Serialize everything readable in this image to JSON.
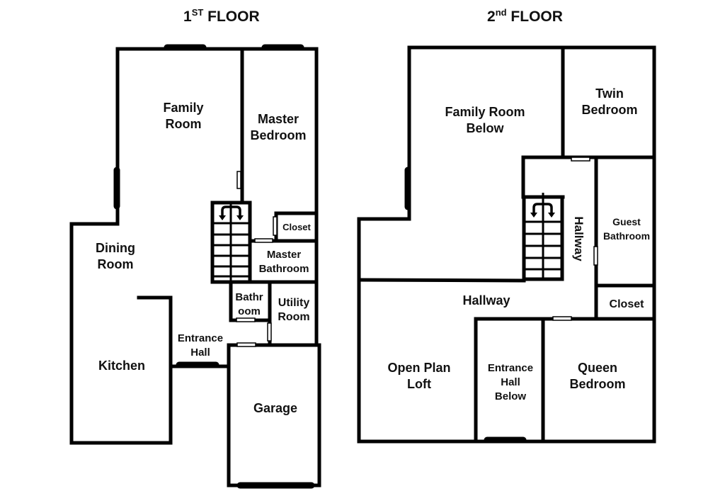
{
  "floor1": {
    "title_main": "1",
    "title_sup": "ST",
    "title_rest": " FLOOR",
    "rooms": {
      "family_room": [
        "Family",
        "Room"
      ],
      "master_bedroom": [
        "Master",
        "Bedroom"
      ],
      "closet": "Closet",
      "master_bathroom": [
        "Master",
        "Bathroom"
      ],
      "dining_room": [
        "Dining",
        "Room"
      ],
      "bathroom": [
        "Bathr",
        "oom"
      ],
      "utility_room": [
        "Utility",
        "Room"
      ],
      "entrance_hall": [
        "Entrance",
        "Hall"
      ],
      "kitchen": "Kitchen",
      "garage": "Garage"
    }
  },
  "floor2": {
    "title_main": "2",
    "title_sup": "nd",
    "title_rest": " FLOOR",
    "rooms": {
      "family_room_below": [
        "Family Room",
        "Below"
      ],
      "twin_bedroom": [
        "Twin",
        "Bedroom"
      ],
      "hallway_vertical": "Hallway",
      "guest_bathroom": [
        "Guest",
        "Bathroom"
      ],
      "hallway": "Hallway",
      "closet": "Closet",
      "open_plan_loft": [
        "Open Plan",
        "Loft"
      ],
      "entrance_hall_below": [
        "Entrance",
        "Hall",
        "Below"
      ],
      "queen_bedroom": [
        "Queen",
        "Bedroom"
      ]
    }
  }
}
